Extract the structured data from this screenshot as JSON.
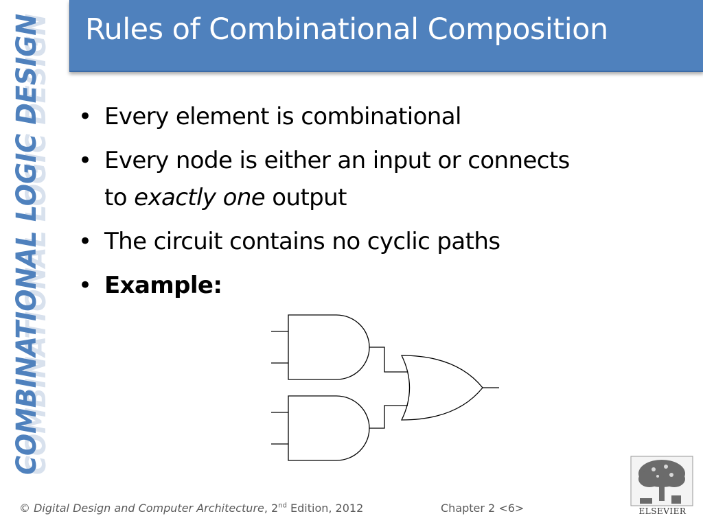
{
  "slide": {
    "title": "Rules of Combinational Composition",
    "side_title": "COMBINATIONAL LOGIC DESIGN",
    "bullets": [
      {
        "text": "Every element is combinational"
      },
      {
        "line1": "Every node is either an input or connects",
        "line2_pre": "to ",
        "line2_em": "exactly one",
        "line2_post": " output"
      },
      {
        "text": "The circuit contains no cyclic paths"
      },
      {
        "text": "Example:"
      }
    ]
  },
  "footer": {
    "copyright_symbol": "©",
    "book_title": "Digital Design and Computer Architecture",
    "edition_pre": ", 2",
    "edition_sup": "nd",
    "edition_post": " Edition, 2012",
    "chapter": "Chapter 2 <6>",
    "publisher": "ELSEVIER"
  },
  "colors": {
    "title_bar": "#4f81bd",
    "side_title": "#4f81bd",
    "text": "#000000",
    "footer_text": "#5a5a5a"
  },
  "circuit": {
    "gates": [
      "and-gate",
      "and-gate",
      "or-gate"
    ]
  }
}
